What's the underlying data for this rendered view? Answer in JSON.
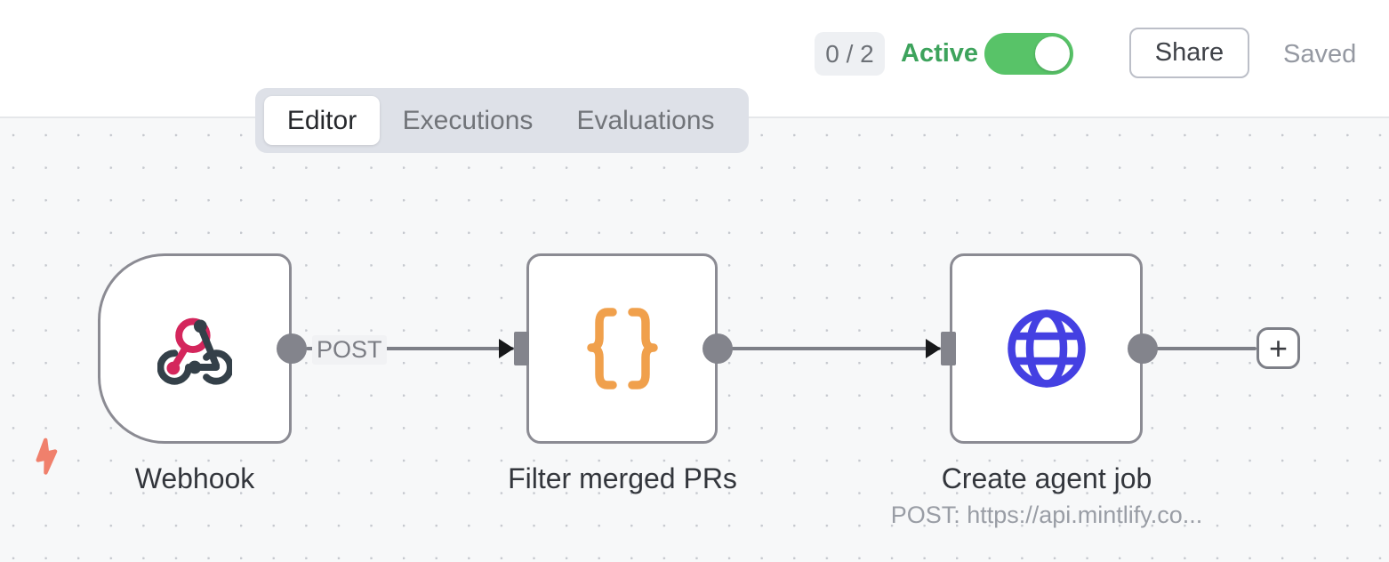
{
  "header": {
    "counter": "0 / 2",
    "active_label": "Active",
    "toggle_state": "on",
    "share_label": "Share",
    "saved_label": "Saved"
  },
  "tabs": [
    {
      "label": "Editor",
      "active": true
    },
    {
      "label": "Executions",
      "active": false
    },
    {
      "label": "Evaluations",
      "active": false
    }
  ],
  "workflow": {
    "nodes": [
      {
        "name": "Webhook",
        "icon": "webhook-icon",
        "output_label": "POST"
      },
      {
        "name": "Filter merged PRs",
        "icon": "code-braces-icon"
      },
      {
        "name": "Create agent job",
        "icon": "globe-icon",
        "subtitle": "POST: https://api.mintlify.co..."
      }
    ],
    "add_button_label": "+"
  },
  "colors": {
    "accent_green": "#58c368",
    "active_text_green": "#3da35c",
    "webhook_crimson": "#d4265c",
    "webhook_dark": "#344049",
    "braces_orange": "#f0a04c",
    "globe_blue": "#4440e2",
    "bolt_salmon": "#f0806c",
    "node_border_gray": "#8b8b93",
    "canvas_bg": "#f7f8f9"
  }
}
